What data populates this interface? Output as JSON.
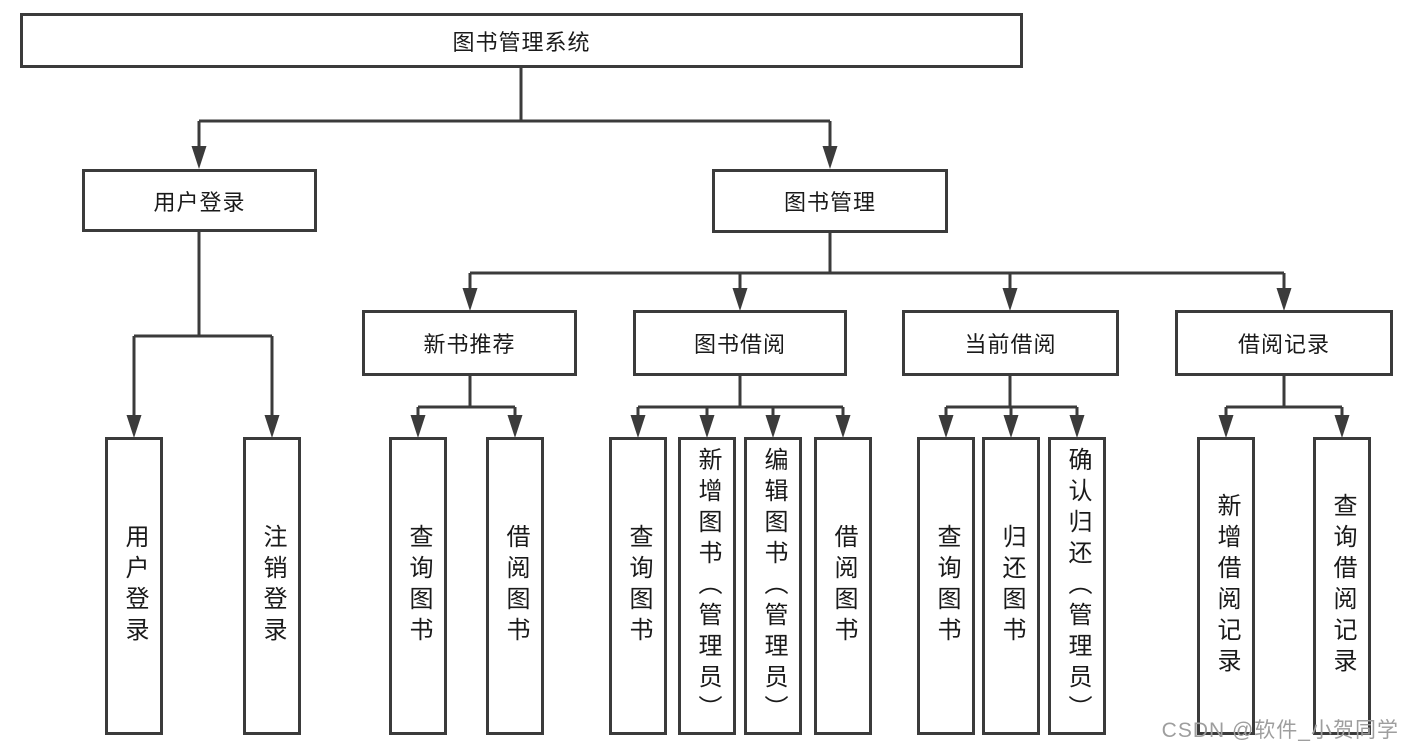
{
  "diagram": {
    "title": "图书管理系统",
    "level2": {
      "user_login": "用户登录",
      "book_management": "图书管理"
    },
    "level3": {
      "new_book": "新书推荐",
      "book_borrow": "图书借阅",
      "current_borrow": "当前借阅",
      "borrow_record": "借阅记录"
    },
    "leaves": {
      "user_login": [
        "用户登录",
        "注销登录"
      ],
      "new_book": [
        "查询图书",
        "借阅图书"
      ],
      "book_borrow": [
        "查询图书",
        "新增图书（管理员）",
        "编辑图书（管理员）",
        "借阅图书"
      ],
      "current_borrow": [
        "查询图书",
        "归还图书",
        "确认归还（管理员）"
      ],
      "borrow_record": [
        "新增借阅记录",
        "查询借阅记录"
      ]
    },
    "watermark": "CSDN @软件_小贺同学",
    "colors": {
      "line": "#3b3b3b",
      "text": "#1a1a1a",
      "watermark": "#9e9e9e",
      "background": "#ffffff"
    }
  }
}
